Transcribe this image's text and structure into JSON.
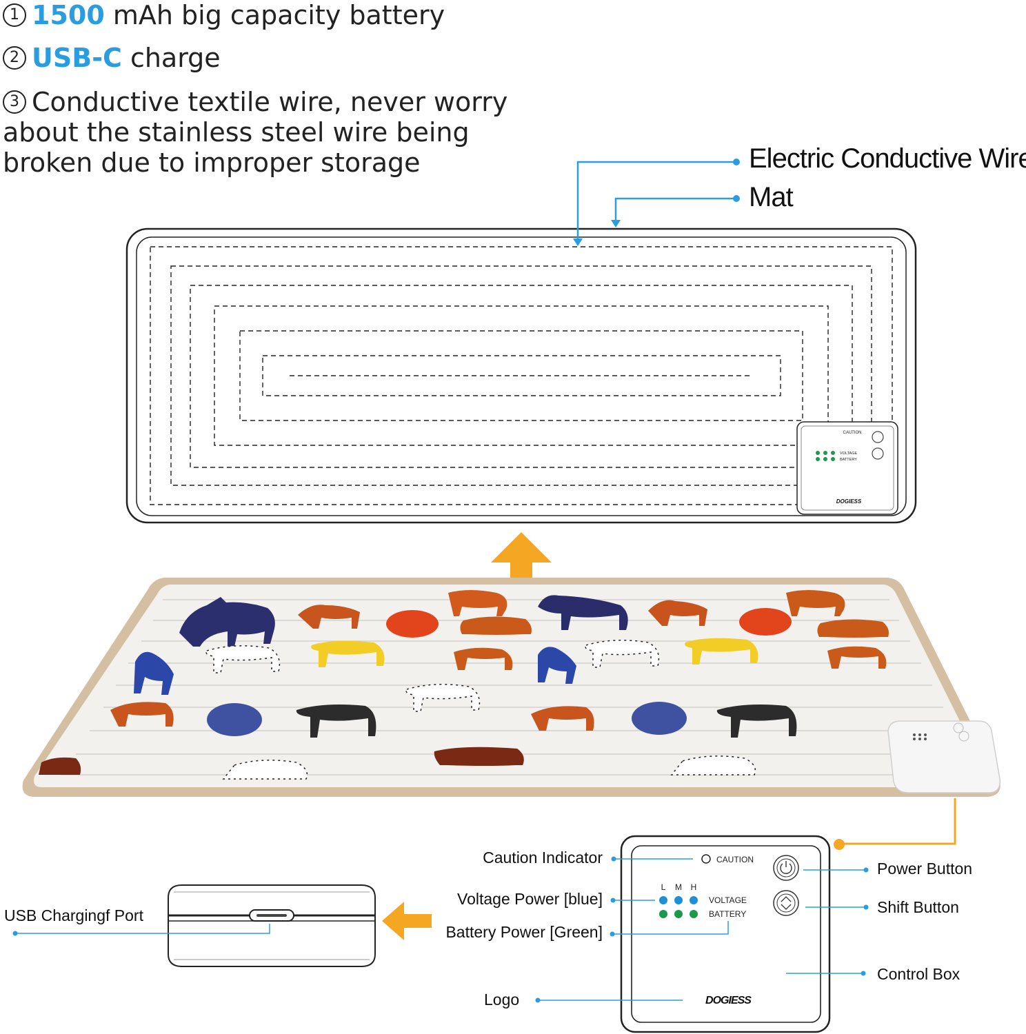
{
  "features": [
    {
      "number": "1",
      "highlight": "1500",
      "text": " mAh big capacity battery"
    },
    {
      "number": "2",
      "highlight": "USB-C",
      "text": " charge"
    },
    {
      "number": "3",
      "text": "Conductive textile wire, never worry about the stainless steel wire being broken due to improper storage"
    }
  ],
  "callouts": {
    "electric_wire": "Electric Conductive Wire",
    "mat": "Mat",
    "caution_indicator": "Caution Indicator",
    "voltage_power": "Voltage Power [blue]",
    "battery_power": "Battery Power [Green]",
    "logo": "Logo",
    "power_button": "Power Button",
    "shift_button": "Shift Button",
    "control_box": "Control Box",
    "usb_port": "USB Chargingf  Port"
  },
  "control_box": {
    "caution": "CAUTION",
    "levels": [
      "L",
      "M",
      "H"
    ],
    "voltage": "VOLTAGE",
    "battery": "BATTERY",
    "brand": "DOGIESS"
  },
  "colors": {
    "accent_blue": "#2a9de0",
    "accent_orange": "#f5a623",
    "voltage_led": "#1e8fd6",
    "battery_led": "#1a9a4a",
    "mat_border": "#d4bfa2"
  }
}
